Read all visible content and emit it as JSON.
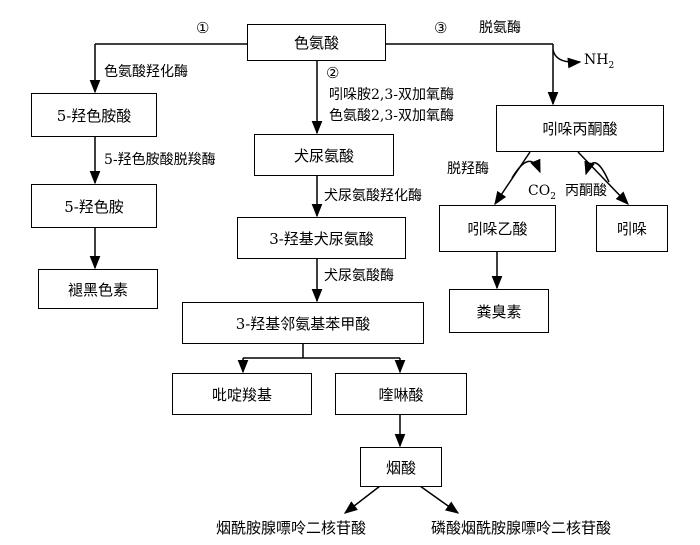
{
  "nodes": {
    "trp": "色氨酸",
    "htp": "5-羟色胺酸",
    "ht": "5-羟色胺",
    "mel": "褪黑色素",
    "kyn": "犬尿氨酸",
    "hk": "3-羟基犬尿氨酸",
    "haa": "3-羟基邻氨基苯甲酸",
    "pic": "吡啶羧基",
    "qui": "喹啉酸",
    "nic": "烟酸",
    "nad": "烟酰胺腺嘌呤二核苷酸",
    "nadp": "磷酸烟酰胺腺嘌呤二核苷酸",
    "ipa": "吲哚丙酮酸",
    "iaa": "吲哚乙酸",
    "ind": "吲哚",
    "ska": "粪臭素"
  },
  "enzymes": {
    "tph": "色氨酸羟化酶",
    "aadc": "5-羟色胺酸脱羧酶",
    "ido": "吲哚胺2,3-双加氧酶",
    "tdo": "色氨酸2,3-双加氧酶",
    "kmo": "犬尿氨酸羟化酶",
    "kynu": "犬尿氨酸酶",
    "tam": "脱氨酶",
    "dehyd": "脱羟酶",
    "pyr": "丙酮酸"
  },
  "pathway_markers": {
    "p1": "①",
    "p2": "②",
    "p3": "③"
  },
  "byproducts": {
    "nh2": "NH",
    "nh2_sub": "2",
    "co2": "CO",
    "co2_sub": "2"
  }
}
